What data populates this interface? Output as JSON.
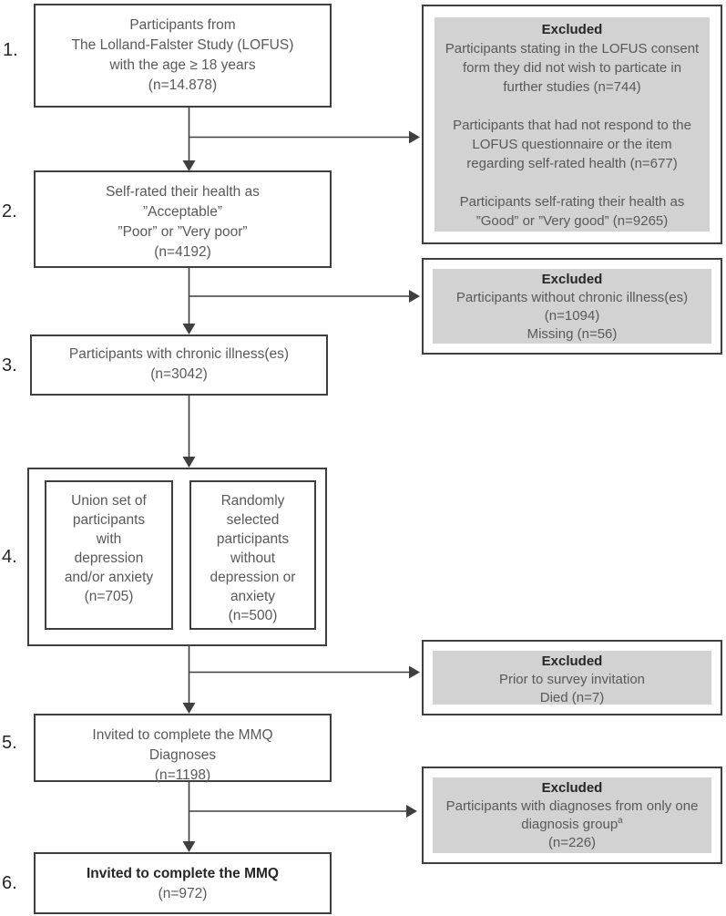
{
  "theme": {
    "line_color": "#3f3f3f",
    "text_color": "#595959",
    "title_color": "#262626",
    "excluded_fill": "#d2d2d2",
    "background": "#ffffff"
  },
  "step_labels": [
    "1.",
    "2.",
    "3.",
    "4.",
    "5.",
    "6."
  ],
  "boxes": {
    "box1": {
      "lines": [
        "Participants from",
        "The Lolland-Falster Study (LOFUS)",
        "with the age ≥ 18 years",
        "(n=14.878)"
      ]
    },
    "box2": {
      "lines": [
        "Self-rated their health as",
        "”Acceptable”",
        "”Poor” or ”Very poor”",
        "(n=4192)"
      ]
    },
    "box3": {
      "lines": [
        "Participants with chronic illness(es)",
        "(n=3042)"
      ]
    },
    "box4": {
      "left": {
        "lines": [
          "Union set of",
          "participants",
          "with",
          "depression",
          "and/or anxiety",
          "(n=705)"
        ]
      },
      "right": {
        "lines": [
          "Randomly",
          "selected",
          "participants",
          "without",
          "depression or",
          "anxiety",
          "(n=500)"
        ]
      }
    },
    "box5": {
      "lines": [
        "Invited to complete the MMQ",
        "Diagnoses",
        "(n=1198)"
      ]
    },
    "box6": {
      "bold_line": "Invited to complete the MMQ",
      "line2": "(n=972)"
    }
  },
  "excluded_boxes": {
    "e1": {
      "title": "Excluded",
      "paragraphs": [
        [
          "Participants stating in the LOFUS consent",
          "form they did not wish to particate in",
          "further studies (n=744)"
        ],
        [
          "Participants that had not respond to the",
          "LOFUS questionnaire or the item",
          "regarding self-rated health (n=677)"
        ],
        [
          "Participants self-rating their health as",
          "”Good” or ”Very good” (n=9265)"
        ]
      ]
    },
    "e2": {
      "title": "Excluded",
      "lines": [
        "Participants without chronic illness(es)",
        "(n=1094)",
        "Missing (n=56)"
      ]
    },
    "e3": {
      "title": "Excluded",
      "lines": [
        "Prior to survey invitation",
        "Died (n=7)"
      ]
    },
    "e4": {
      "title": "Excluded",
      "line1": "Participants with diagnoses from only one",
      "line2_main": "diagnosis group",
      "line2_sup": "a",
      "line3": "(n=226)"
    }
  }
}
